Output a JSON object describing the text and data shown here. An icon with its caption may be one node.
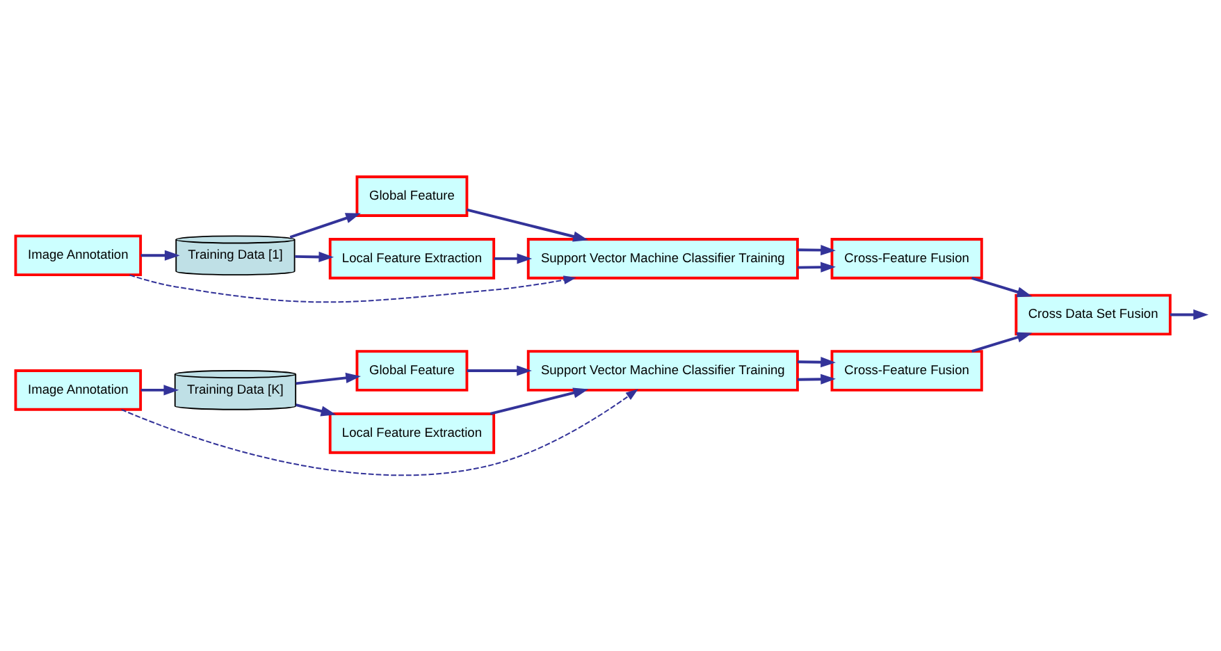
{
  "diagram": {
    "nodes": [
      {
        "text": [
          "Image Annotation"
        ]
      },
      {
        "text": [
          "Training Data [1]"
        ]
      },
      {
        "text": [
          "Global Feature"
        ]
      },
      {
        "text": [
          "Local Feature Extraction"
        ]
      },
      {
        "text": [
          "Support Vector Machine Classifier Training"
        ]
      },
      {
        "text": [
          "Cross-Feature Fusion"
        ]
      },
      {
        "text": [
          "Cross Data Set Fusion"
        ]
      },
      {
        "text": [
          "Image Annotation"
        ]
      },
      {
        "text": [
          "Training Data [K]"
        ]
      },
      {
        "text": [
          "Global Feature"
        ]
      },
      {
        "text": [
          "Local Feature Extraction"
        ]
      },
      {
        "text": [
          "Support Vector Machine Classifier Training"
        ]
      },
      {
        "text": [
          "Cross-Feature Fusion"
        ]
      }
    ],
    "edges": [
      {
        "from": 0,
        "to": 1,
        "arrow": "to"
      },
      {
        "from": 1,
        "to": 2,
        "arrow": "to"
      },
      {
        "from": 1,
        "to": 3,
        "arrow": "to"
      },
      {
        "from": 0,
        "to": 4,
        "arrow": "to",
        "style": "dashed"
      },
      {
        "from": 2,
        "to": 4,
        "arrow": "to"
      },
      {
        "from": 3,
        "to": 4,
        "arrow": "to"
      },
      {
        "from": 4,
        "to": 5,
        "arrow": "to"
      },
      {
        "from": 4,
        "to": 5,
        "arrow": "to"
      },
      {
        "from": 5,
        "to": 6,
        "arrow": "to"
      },
      {
        "from": 6,
        "to": null,
        "arrow": "to"
      },
      {
        "from": 7,
        "to": 8,
        "arrow": "to"
      },
      {
        "from": 8,
        "to": 9,
        "arrow": "to"
      },
      {
        "from": 8,
        "to": 10,
        "arrow": "to"
      },
      {
        "from": 7,
        "to": 11,
        "arrow": "to",
        "style": "dashed"
      },
      {
        "from": 9,
        "to": 11,
        "arrow": "to"
      },
      {
        "from": 10,
        "to": 11,
        "arrow": "to"
      },
      {
        "from": 11,
        "to": 12,
        "arrow": "to"
      },
      {
        "from": 11,
        "to": 12,
        "arrow": "to"
      },
      {
        "from": 12,
        "to": 6,
        "arrow": "to"
      }
    ]
  }
}
